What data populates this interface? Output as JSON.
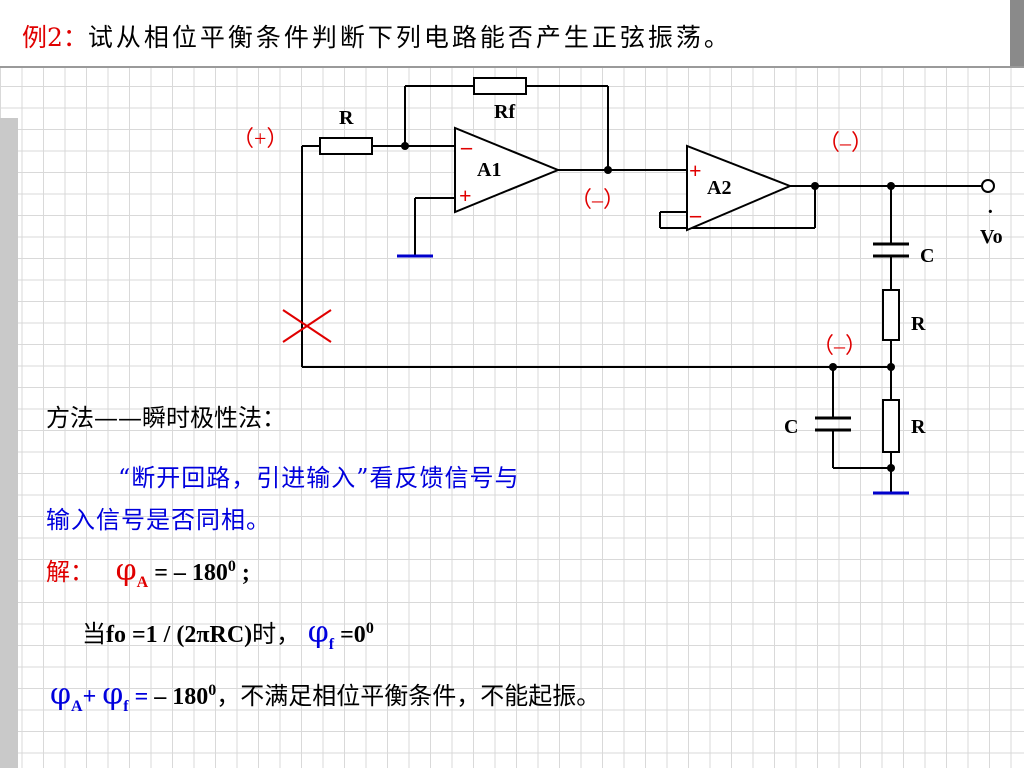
{
  "title": {
    "label": "例2：",
    "text": "试从相位平衡条件判断下列电路能否产生正弦振荡。"
  },
  "circuit": {
    "R_left": "R",
    "Rf": "Rf",
    "A1": "A1",
    "A2": "A2",
    "a1_minus": "–",
    "a1_plus": "+",
    "a2_plus": "+",
    "a2_minus": "–",
    "polarity_in": "（+）",
    "polarity_a1_out": "（–）",
    "polarity_a2_out": "（–）",
    "polarity_feedback": "（–）",
    "C_top": "C",
    "R_mid": "R",
    "C_bottom": "C",
    "R_bottom": "R",
    "vo": "Vo",
    "vo_dot": "·"
  },
  "method": {
    "heading": "方法——瞬时极性法："
  },
  "hint": {
    "line1": "“断开回路，引进输入”看反馈信号与",
    "line2": "输入信号是否同相。"
  },
  "solution": {
    "label": "解：",
    "phi": "φ",
    "sub_A": "A",
    "sub_f": "f",
    "eq_A": " = – 180",
    "deg": "0",
    "semi": " ;",
    "when_prefix": "当",
    "fo": "fo =1 / (2",
    "pi": "π",
    "rc": "RC)",
    "when_suffix": "时，",
    "eq_f": " =0",
    "plus": "+ ",
    "eq_sum": " = ",
    "sum_val": "– 180",
    "conclusion": "，不满足相位平衡条件，不能起振。"
  }
}
